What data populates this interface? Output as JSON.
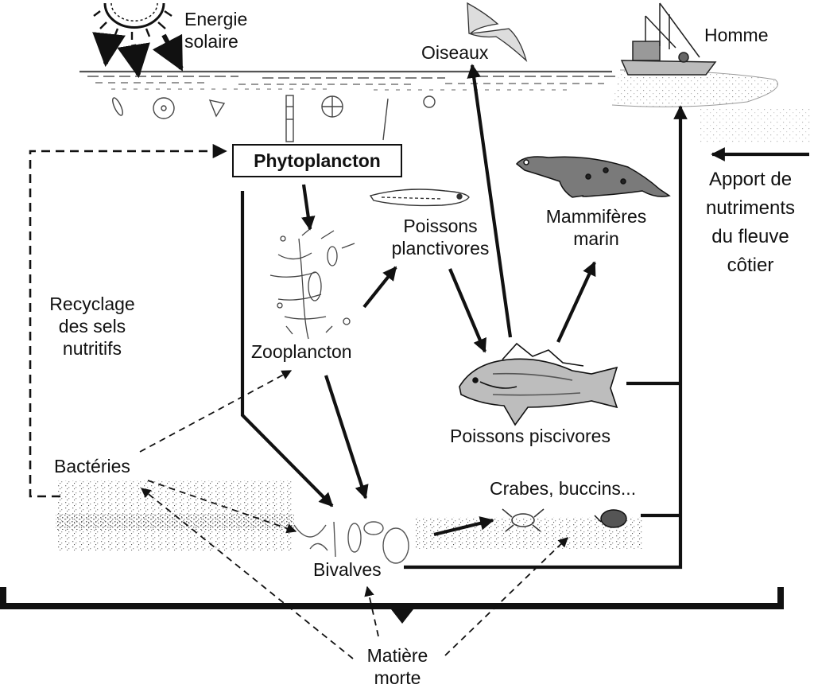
{
  "diagram": {
    "labels": {
      "energie": "Energie\nsolaire",
      "oiseaux": "Oiseaux",
      "homme": "Homme",
      "phytoplancton": "Phytoplancton",
      "poissons_planctivores": "Poissons\nplanctivores",
      "mammiferes": "Mammifères\nmarin",
      "apport": "Apport de\nnutriments\ndu fleuve\ncôtier",
      "recyclage": "Recyclage\ndes sels\nnutritifs",
      "zooplancton": "Zooplancton",
      "poissons_piscivores": "Poissons piscivores",
      "bacteries": "Bactéries",
      "crabes": "Crabes, buccins...",
      "bivalves": "Bivalves",
      "matiere_morte": "Matière\nmorte"
    },
    "icons": {
      "sun": "sun-icon",
      "bird": "bird-icon",
      "boat": "fishing-boat-icon",
      "seal": "seal-icon",
      "fish": "fish-icon",
      "crab": "crab-icon",
      "snail": "whelk-icon"
    },
    "colors": {
      "ink": "#111111",
      "background": "#ffffff",
      "sediment": "#888888"
    }
  }
}
